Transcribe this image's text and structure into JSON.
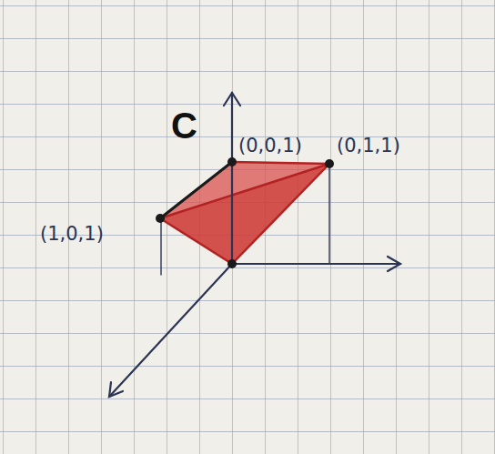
{
  "diagram": {
    "labels": [
      "C",
      "(0,0,1)",
      "(0,1,1)",
      "(1,0,1)"
    ]
  }
}
